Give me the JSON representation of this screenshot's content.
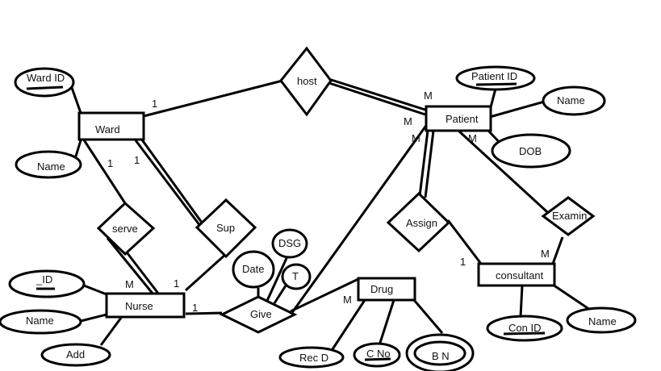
{
  "entities": {
    "ward": "Ward",
    "patient": "Patient",
    "nurse": "Nurse",
    "drug": "Drug",
    "consultant": "consultant"
  },
  "relationships": {
    "host": "host",
    "serve": "serve",
    "sup": "Sup",
    "give": "Give",
    "assign": "Assign",
    "examine": "Examin"
  },
  "attributes": {
    "ward_id": "Ward ID",
    "ward_name": "Name",
    "patient_id": "Patient ID",
    "patient_name": "Name",
    "dob": "DOB",
    "nurse_id": "_ID",
    "nurse_name": "Name",
    "add": "Add",
    "date": "Date",
    "dsg": "DSG",
    "t": "T",
    "rec_d": "Rec D",
    "c_no": "C No",
    "b_n": "B N",
    "con_id": "Con ID",
    "consultant_name": "Name"
  },
  "cardinalities": {
    "ward_host": "1",
    "patient_host": "M",
    "patient_give": "M",
    "patient_assign": "M",
    "patient_examine": "M",
    "ward_serve": "1",
    "ward_sup": "1",
    "nurse_serve": "M",
    "nurse_sup": "1",
    "nurse_give": "1",
    "drug_give": "M",
    "consultant_assign": "1",
    "consultant_examine": "M"
  }
}
